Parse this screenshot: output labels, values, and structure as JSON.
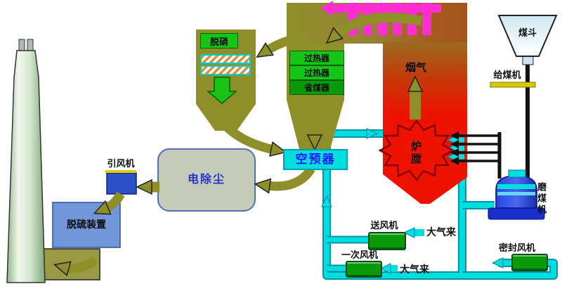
{
  "diagram": {
    "scr": {
      "label": "脱硝"
    },
    "boiler": {
      "superheater_1": "过热器",
      "superheater_2": "过热器",
      "economizer": "省煤器",
      "flue_gas": "烟气",
      "furnace": "炉膛"
    },
    "air_preheater": {
      "label": "空预器"
    },
    "esp": {
      "label": "电除尘"
    },
    "id_fan": {
      "label": "引风机"
    },
    "fgd": {
      "label": "脱硫装置"
    },
    "coal": {
      "hopper": "煤斗",
      "feeder": "给煤机",
      "mill": "磨煤机"
    },
    "fans": {
      "fd": "送风机",
      "pa": "一次风机",
      "seal": "密封风机"
    },
    "air_inlets": {
      "fd": "大气来",
      "pa": "大气来"
    }
  },
  "colors": {
    "flue_olive": "#8f8f2a",
    "furnace_red": "#ee1200",
    "band_brown": "#a2561c",
    "platen_magenta": "#ff2ed2",
    "component_green": "#17c517",
    "economizer_green": "#0a9a0a",
    "fan_green": "#0a9a0a",
    "pipe_cyan": "#00dede",
    "pipe_edge": "#0090b0",
    "preheater_text_blue": "#1a1aff",
    "esp_text_blue": "#2233cc",
    "idfan_blue": "#2b50c8",
    "fgd_blue": "#7296d8",
    "esp_gray": "#c6cbb9",
    "chimney_green": "#8fb488",
    "hatch_orange": "#d89040",
    "mill_blue": "#1a2ecc",
    "feeder_yellow": "#d8c800"
  }
}
